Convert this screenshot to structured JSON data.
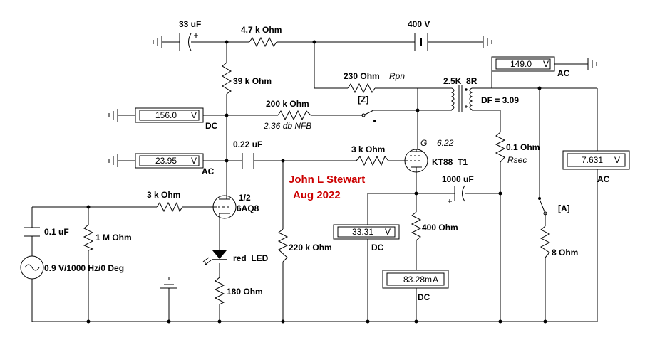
{
  "labels": {
    "c_33uf": "33 uF",
    "r_4k7": "4.7 k Ohm",
    "b_400v": "400 V",
    "r_39k": "39 k Ohm",
    "r_230": "230  Ohm",
    "rpn": "Rpn",
    "z_tag": "[Z]",
    "xfmr": "2.5K_8R",
    "df": "DF = 3.09",
    "r_200k": "200 k Ohm",
    "nfb": "2.36 db NFB",
    "c_022": "0.22 uF",
    "r_3k_grid": "3 k Ohm",
    "gain": "G = 6.22",
    "kt88": "KT88_T1",
    "r_01": "0.1  Ohm",
    "rsec": "Rsec",
    "author": "John L Stewart",
    "date": "Aug 2022",
    "c_1000": "1000 uF",
    "r_3k_in": "3 k Ohm",
    "tube_half": "1/2",
    "tube_type": "6AQ8",
    "a_tag": "[A]",
    "c_01": "0.1 uF",
    "r_1m": "1 M Ohm",
    "src": "0.9 V/1000 Hz/0 Deg",
    "r_220k": "220 k Ohm",
    "r_400": "400  Ohm",
    "led": "red_LED",
    "r_8": "8  Ohm",
    "r_180": "180  Ohm"
  },
  "meters": [
    {
      "id": "m1",
      "value": "156.0",
      "unit": "V",
      "mode": "DC"
    },
    {
      "id": "m2",
      "value": "23.95",
      "unit": "V",
      "mode": "AC"
    },
    {
      "id": "m3",
      "value": "149.0",
      "unit": "V",
      "mode": "AC"
    },
    {
      "id": "m4",
      "value": "7.631",
      "unit": "V",
      "mode": "AC"
    },
    {
      "id": "m5",
      "value": "33.31",
      "unit": "V",
      "mode": "DC"
    },
    {
      "id": "m6",
      "value": "83.28m",
      "unit": "A",
      "mode": "DC"
    }
  ],
  "colors": {
    "wire": "#000000",
    "note": "#cc0000"
  }
}
